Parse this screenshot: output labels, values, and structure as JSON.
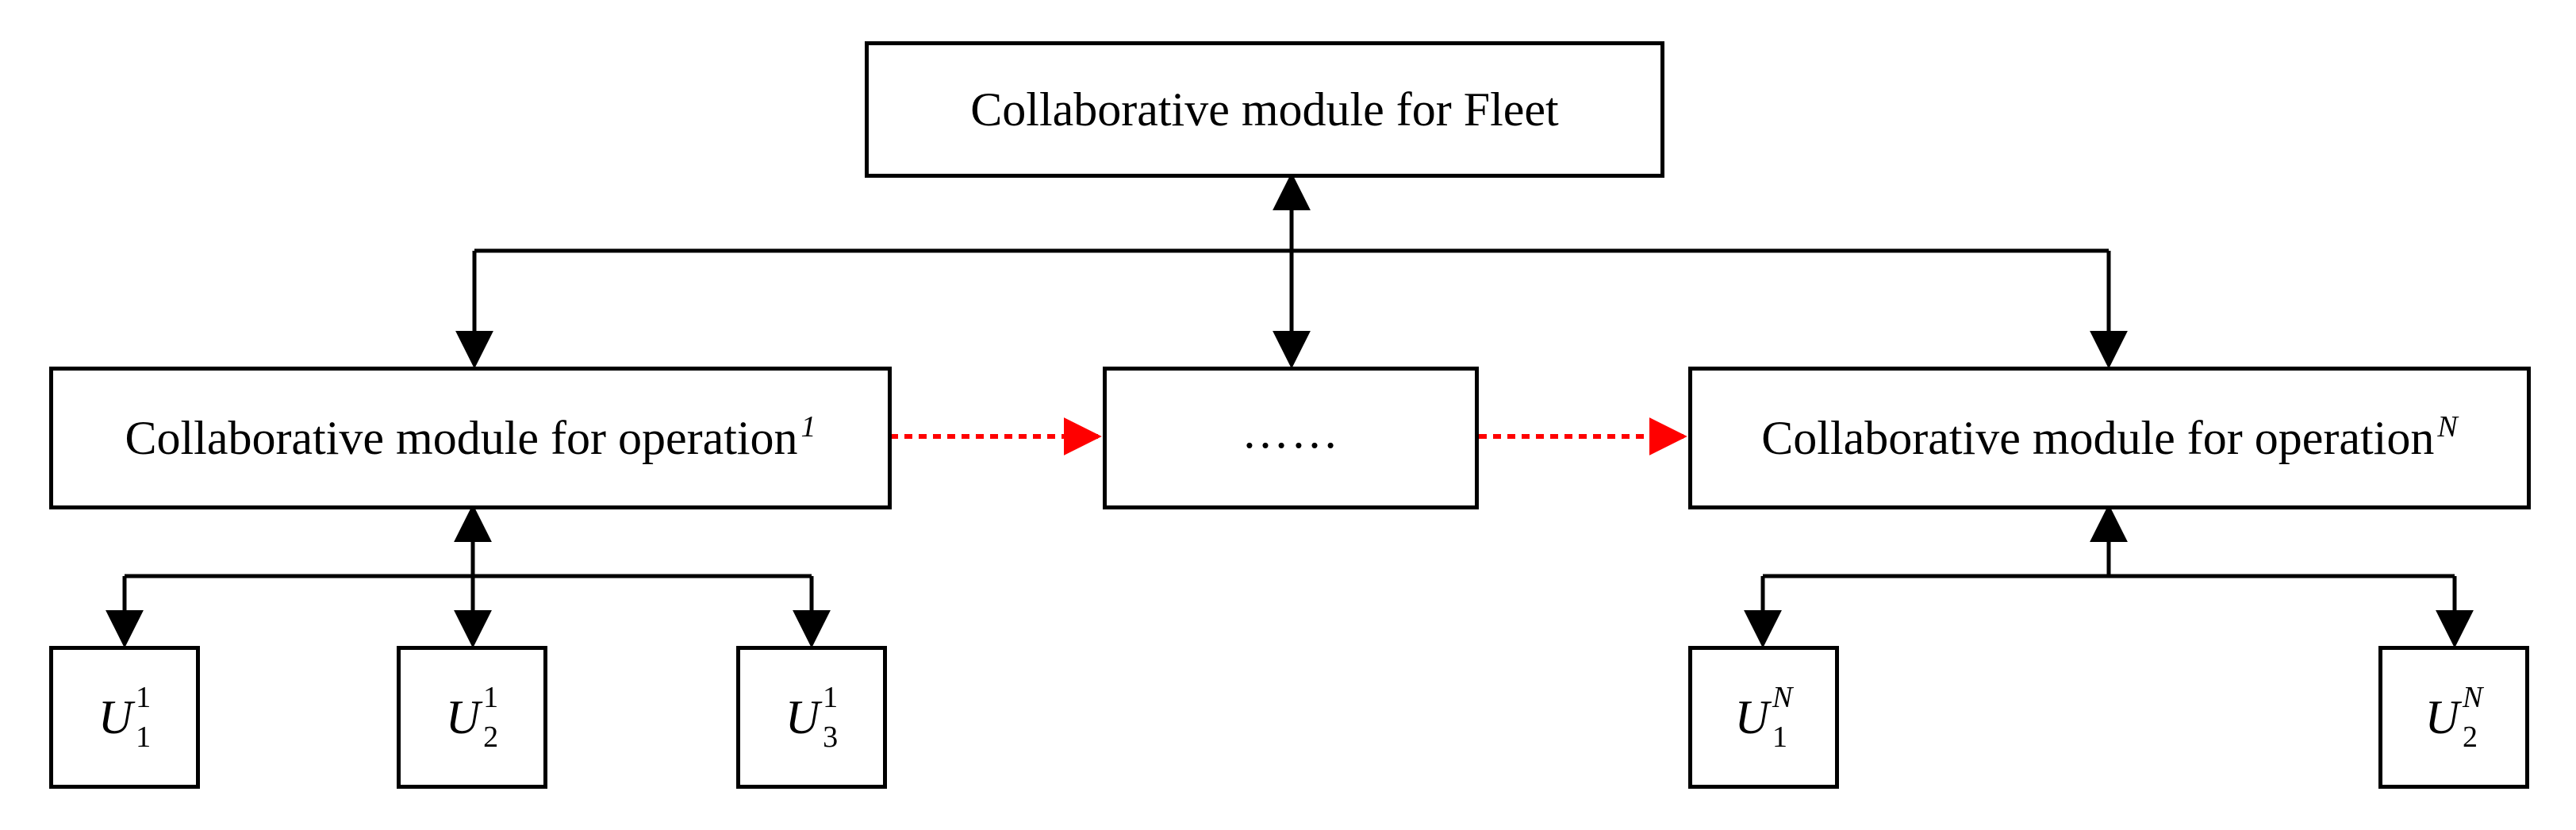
{
  "fleet_module": {
    "label": "Collaborative module for Fleet"
  },
  "operation_modules": [
    {
      "label": "Collaborative module for operation",
      "superscript": "1"
    },
    {
      "label": "Collaborative module for operation",
      "superscript": "N"
    }
  ],
  "middle_module": {
    "label": "……"
  },
  "units_group_1": [
    {
      "symbol": "U",
      "superscript": "1",
      "subscript": "1"
    },
    {
      "symbol": "U",
      "superscript": "1",
      "subscript": "2"
    },
    {
      "symbol": "U",
      "superscript": "1",
      "subscript": "3"
    }
  ],
  "units_group_n": [
    {
      "symbol": "U",
      "superscript": "N",
      "subscript": "1"
    },
    {
      "symbol": "U",
      "superscript": "N",
      "subscript": "2"
    }
  ],
  "colors": {
    "line": "#000000",
    "dashed_arrow": "#ff0000"
  }
}
